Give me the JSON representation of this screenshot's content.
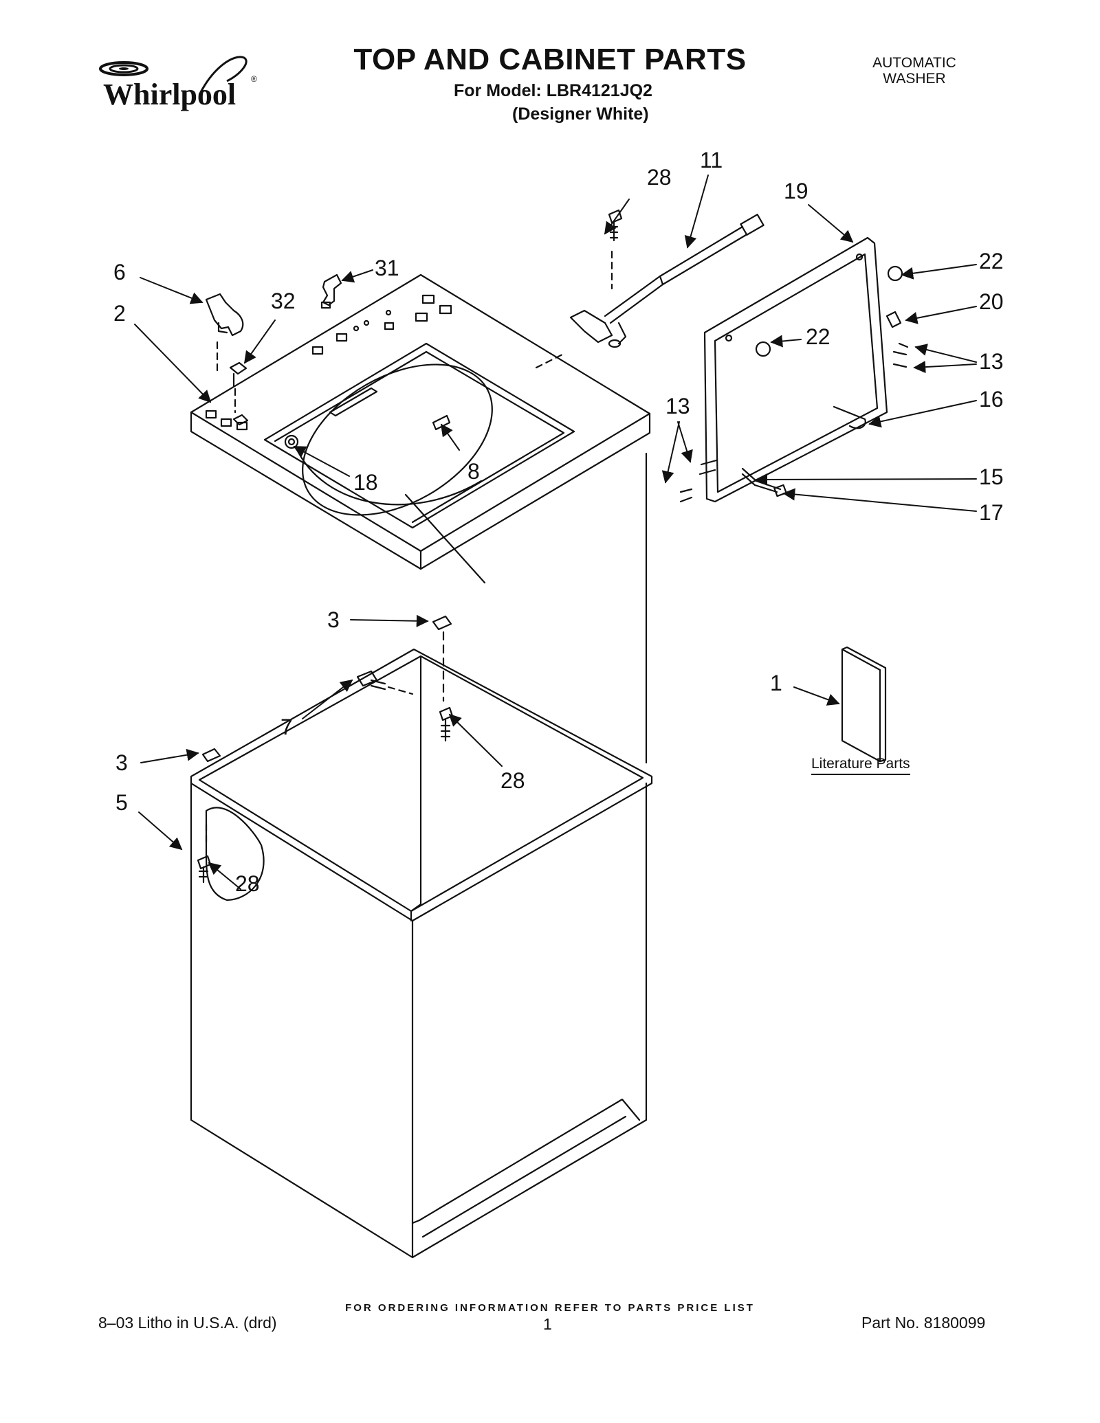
{
  "header": {
    "brand": "Whirlpool",
    "title": "TOP AND CABINET PARTS",
    "model_line": "For Model: LBR4121JQ2",
    "color_line": "(Designer White)",
    "type_line1": "AUTOMATIC",
    "type_line2": "WASHER"
  },
  "callouts": [
    "28",
    "11",
    "19",
    "22",
    "20",
    "6",
    "31",
    "32",
    "2",
    "22",
    "13",
    "13",
    "16",
    "8",
    "18",
    "15",
    "17",
    "3",
    "7",
    "28",
    "1",
    "3",
    "5",
    "28"
  ],
  "literature_label": "Literature Parts",
  "footer": {
    "ordering": "FOR ORDERING INFORMATION REFER TO PARTS PRICE LIST",
    "litho": "8–03 Litho in U.S.A. (drd)",
    "page": "1",
    "part_no": "Part No. 8180099"
  }
}
